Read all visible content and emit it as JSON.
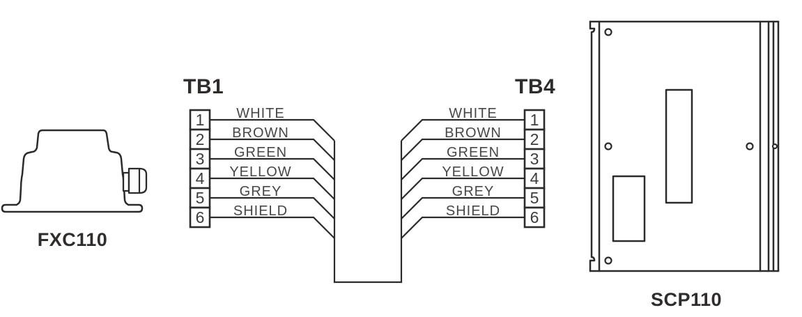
{
  "devices": {
    "left": {
      "label": "FXC110"
    },
    "right": {
      "label": "SCP110"
    }
  },
  "terminal_blocks": {
    "tb1": {
      "title": "TB1",
      "terminals": [
        "1",
        "2",
        "3",
        "4",
        "5",
        "6"
      ]
    },
    "tb4": {
      "title": "TB4",
      "terminals": [
        "1",
        "2",
        "3",
        "4",
        "5",
        "6"
      ]
    }
  },
  "wires": {
    "labels": [
      "WHITE",
      "BROWN",
      "GREEN",
      "YELLOW",
      "GREY",
      "SHIELD"
    ]
  },
  "colors": {
    "line": "#2b2b2b",
    "text_label": "#474747",
    "text_title": "#2e2d2c",
    "background": "#ffffff"
  }
}
